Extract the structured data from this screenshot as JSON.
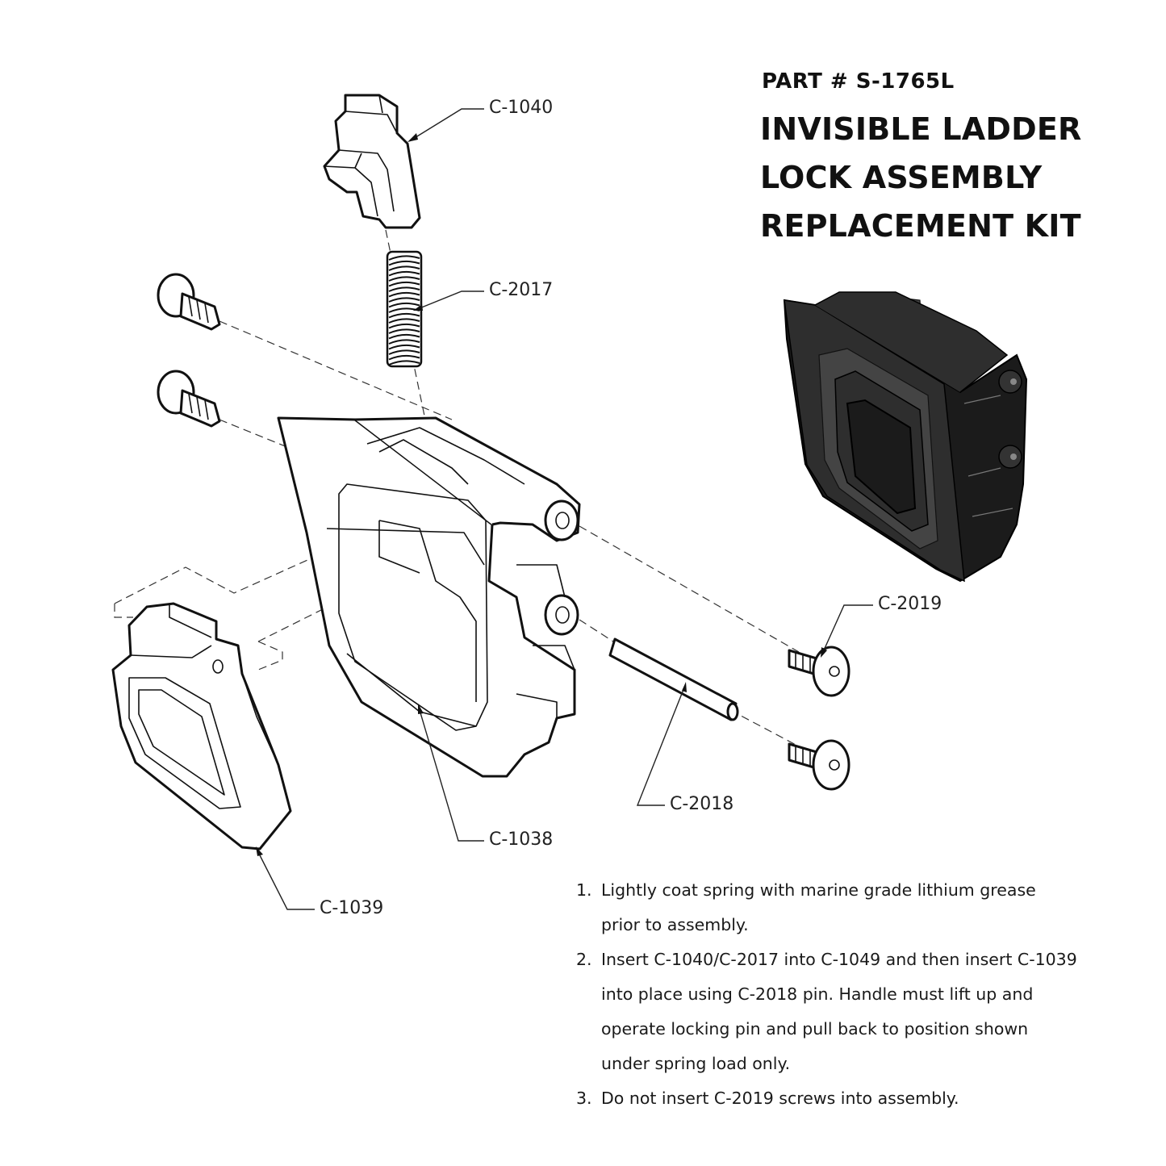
{
  "header": {
    "part_number": "PART # S-1765L",
    "title_lines": [
      "INVISIBLE LADDER",
      "LOCK ASSEMBLY",
      "REPLACEMENT KIT"
    ]
  },
  "callouts": {
    "c1040": "C-1040",
    "c2017": "C-2017",
    "c2019": "C-2019",
    "c2018": "C-2018",
    "c1038": "C-1038",
    "c1039": "C-1039"
  },
  "instructions": [
    {
      "num": "1.",
      "lines": [
        "Lightly coat spring with marine grade lithium grease",
        "prior to assembly."
      ]
    },
    {
      "num": "2.",
      "lines": [
        "Insert C-1040/C-2017 into C-1049 and then insert C-1039",
        "into place using C-2018 pin. Handle must lift up and",
        "operate locking pin and pull back to position shown",
        "under spring load only."
      ]
    },
    {
      "num": "3.",
      "lines": [
        "Do not insert C-2019 screws into assembly."
      ]
    }
  ]
}
